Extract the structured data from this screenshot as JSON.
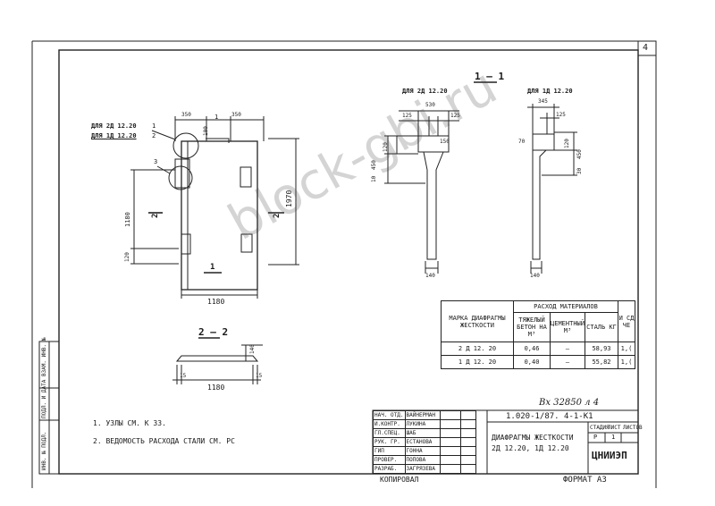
{
  "sheet_number": "4",
  "section_title": "1 — 1",
  "note_2d": "ДЛЯ 2Д 12.20",
  "note_1d": "ДЛЯ 1Д 12.20",
  "elevation": {
    "label_2d": "ДЛЯ 2Д 12.20",
    "label_1d": "ДЛЯ 1Д 12.20",
    "callout_1": "1",
    "callout_2": "2",
    "callout_3": "3",
    "dim_350_left": "350",
    "dim_350_right": "350",
    "dim_100": "100",
    "dim_1": "1",
    "dim_1970": "1970",
    "dim_1180_h": "1180",
    "dim_1180_w": "1180",
    "dim_120": "120",
    "section_2_left": "2",
    "section_2_right": "2",
    "section_1_bottom": "1"
  },
  "section_2d": {
    "dim_530": "530",
    "dim_125_l": "125",
    "dim_125_r": "125",
    "dim_150": "150",
    "dim_120": "120",
    "dim_450": "450",
    "dim_10": "10",
    "dim_140": "140"
  },
  "section_1d": {
    "dim_345": "345",
    "dim_125": "125",
    "dim_70": "70",
    "dim_120": "120",
    "dim_450": "450",
    "dim_30": "30",
    "dim_140": "140"
  },
  "section_22": {
    "title": "2 — 2",
    "dim_140": "140",
    "dim_15_l": "15",
    "dim_1180": "1180",
    "dim_15_r": "15"
  },
  "materials_table": {
    "header_mark": "МАРКА ДИАФРАГМЫ ЖЕСТКОСТИ",
    "header_group": "РАСХОД МАТЕРИАЛОВ",
    "header_concrete": "ТЯЖЕЛЫЙ БЕТОН НА М³",
    "header_grout": "ЦЕМЕНТНЫЙ М³",
    "header_steel": "СТАЛЬ КГ",
    "header_extra": "И СД ЧЕ",
    "rows": [
      {
        "mark": "2 Д 12. 20",
        "concrete": "0,46",
        "grout": "—",
        "steel": "58,93",
        "extra": "1,("
      },
      {
        "mark": "1 Д 12. 20",
        "concrete": "0,40",
        "grout": "—",
        "steel": "55,82",
        "extra": "1,("
      }
    ]
  },
  "notes": [
    "1. УЗЛЫ СМ. К 33.",
    "2. ВЕДОМОСТЬ РАСХОДА СТАЛИ СМ. РС"
  ],
  "inventory_number": "Вх 32850 л 4",
  "title_block": {
    "designation": "1.020-1/87. 4-1-К1",
    "name": "ДИАФРАГМЫ ЖЕСТКОСТИ 2Д 12.20, 1Д 12.20",
    "stage_header": "СТАДИЯ",
    "sheet_header": "ЛИСТ",
    "sheets_header": "ЛИСТОВ",
    "stage": "Р",
    "sheet": "1",
    "org": "ЦНИИЭП",
    "roles": [
      {
        "role": "НАЧ. ОТД.",
        "name": "ВАЙНЕРМАН"
      },
      {
        "role": "И.КОНТР.",
        "name": "ЛУКИНА"
      },
      {
        "role": "ГЛ.СПЕЦ.",
        "name": "ШАБ"
      },
      {
        "role": "РУК. ГР.",
        "name": "ЕСТАНОВА"
      },
      {
        "role": "ГИП",
        "name": "ГОННА"
      },
      {
        "role": "ПРОВЕР.",
        "name": "ПОПОВА"
      },
      {
        "role": "РАЗРАБ.",
        "name": "ЗАГРЯЗЕВА"
      }
    ]
  },
  "side_stamp": "ПОДЛ. И ДАТА  ВЗАМ. ИНВ. №",
  "side_stamp_lower": "ИНВ. № ПОДЛ.",
  "copied_label": "КОПИРОВАЛ",
  "format_label": "ФОРМАТ А3",
  "watermark": "block-gbi.ru"
}
